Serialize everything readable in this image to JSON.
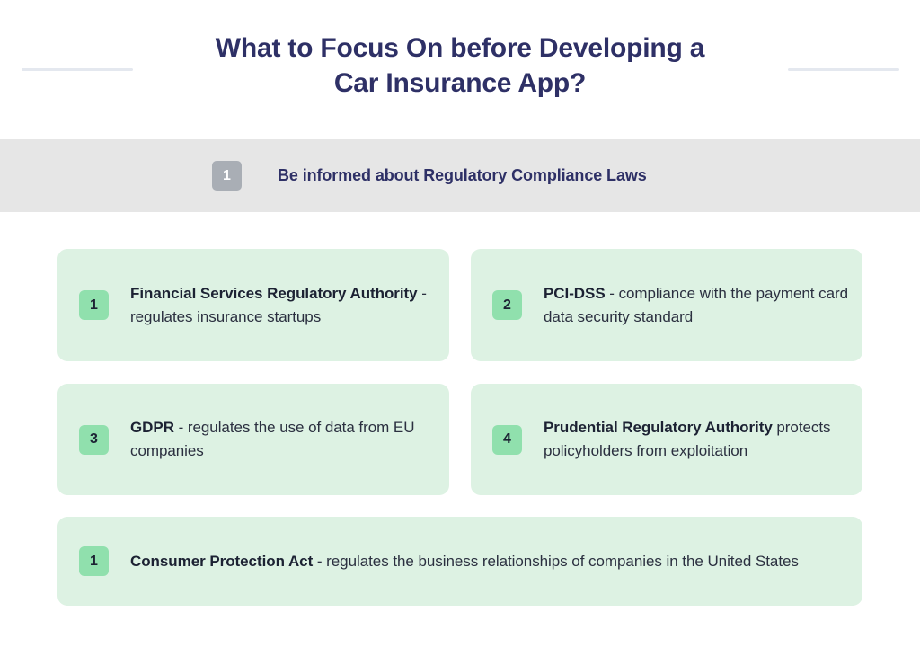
{
  "page": {
    "background_color": "#ffffff"
  },
  "header": {
    "title_line_1": "What to Focus On before Developing a",
    "title_line_2": "Car Insurance App?",
    "title_color": "#2e3066",
    "rule_color": "#e4e8ef"
  },
  "section": {
    "badge": "1",
    "title": "Be informed about Regulatory Compliance Laws",
    "background_color": "#e6e6e6",
    "badge_color": "#a9aeb5",
    "badge_text_color": "#ffffff",
    "title_color": "#2e3066"
  },
  "cards": {
    "background_color": "#ddf2e3",
    "badge_color": "#90e0ad",
    "badge_text_color": "#1c2233",
    "body_text_color": "#2b3040",
    "items": [
      {
        "badge": "1",
        "strong": "Financial Services Regulatory Authority",
        "rest": " - regulates insurance startups"
      },
      {
        "badge": "2",
        "strong": "PCI-DSS",
        "rest": " - compliance with the payment card data security standard"
      },
      {
        "badge": "3",
        "strong": "GDPR",
        "rest": " - regulates the use of data from EU companies"
      },
      {
        "badge": "4",
        "strong": "Prudential Regulatory Authority",
        "rest": " protects policyholders from exploitation"
      },
      {
        "badge": "1",
        "strong": "Consumer Protection Act",
        "rest": " - regulates the business relationships of companies in the United States"
      }
    ]
  }
}
